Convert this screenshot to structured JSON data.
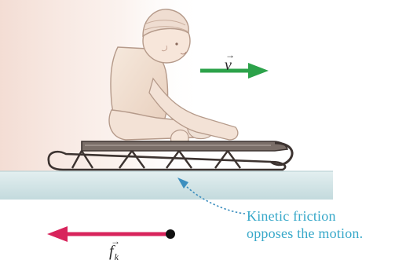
{
  "velocity_label": "v",
  "friction_label": "f",
  "friction_subscript": "k",
  "vector_arrow_glyph": "→",
  "annotation_line_1": "Kinetic friction",
  "annotation_line_2": "opposes the motion.",
  "colors": {
    "velocity_arrow": "#2ca24a",
    "friction_arrow": "#d8245c",
    "annotation_text": "#37a8c9",
    "ground": "#cfe4e6"
  }
}
